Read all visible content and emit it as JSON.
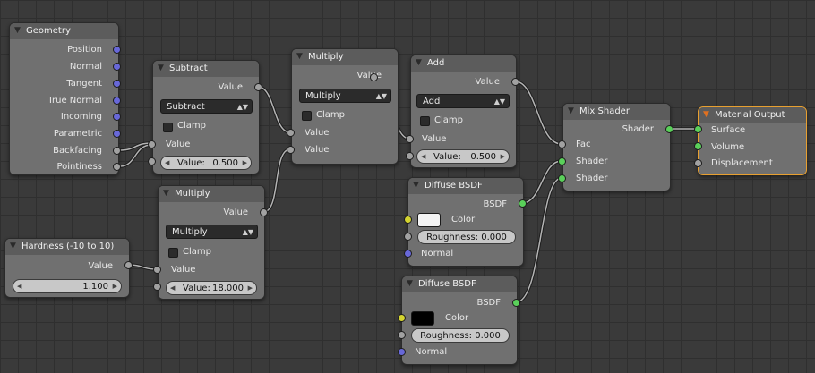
{
  "colors": {
    "background": "#3a3a3a",
    "node_body": "#707070",
    "node_header": "#5c5c5c",
    "link": "#b4b4b4",
    "active_border": "#e8a030",
    "socket_float": "#a1a1a1",
    "socket_vector": "#6868d8",
    "socket_shader": "#5ad05a",
    "socket_color": "#d4d430"
  },
  "geometry": {
    "title": "Geometry",
    "outputs": [
      "Position",
      "Normal",
      "Tangent",
      "True Normal",
      "Incoming",
      "Parametric",
      "Backfacing",
      "Pointiness"
    ]
  },
  "subtract": {
    "title": "Subtract",
    "out": "Value",
    "op": "Subtract",
    "clamp": "Clamp",
    "in1": "Value",
    "field_label": "Value:",
    "field_value": "0.500"
  },
  "multiply1": {
    "title": "Multiply",
    "out": "Value",
    "op": "Multiply",
    "clamp": "Clamp",
    "in1": "Value",
    "in2": "Value"
  },
  "add": {
    "title": "Add",
    "out": "Value",
    "op": "Add",
    "clamp": "Clamp",
    "in1": "Value",
    "field_label": "Value:",
    "field_value": "0.500"
  },
  "multiply2": {
    "title": "Multiply",
    "out": "Value",
    "op": "Multiply",
    "clamp": "Clamp",
    "in1": "Value",
    "field_label": "Value:",
    "field_value": "18.000"
  },
  "hardness": {
    "title": "Hardness (-10 to 10)",
    "out": "Value",
    "field_value": "1.100"
  },
  "diffuse1": {
    "title": "Diffuse BSDF",
    "out": "BSDF",
    "color_label": "Color",
    "swatch": "#f4f4f4",
    "roughness": "Roughness: 0.000",
    "normal": "Normal"
  },
  "diffuse2": {
    "title": "Diffuse BSDF",
    "out": "BSDF",
    "color_label": "Color",
    "swatch": "#000000",
    "roughness": "Roughness: 0.000",
    "normal": "Normal"
  },
  "mix": {
    "title": "Mix Shader",
    "out": "Shader",
    "fac": "Fac",
    "in1": "Shader",
    "in2": "Shader"
  },
  "output": {
    "title": "Material Output",
    "surface": "Surface",
    "volume": "Volume",
    "displacement": "Displacement"
  }
}
